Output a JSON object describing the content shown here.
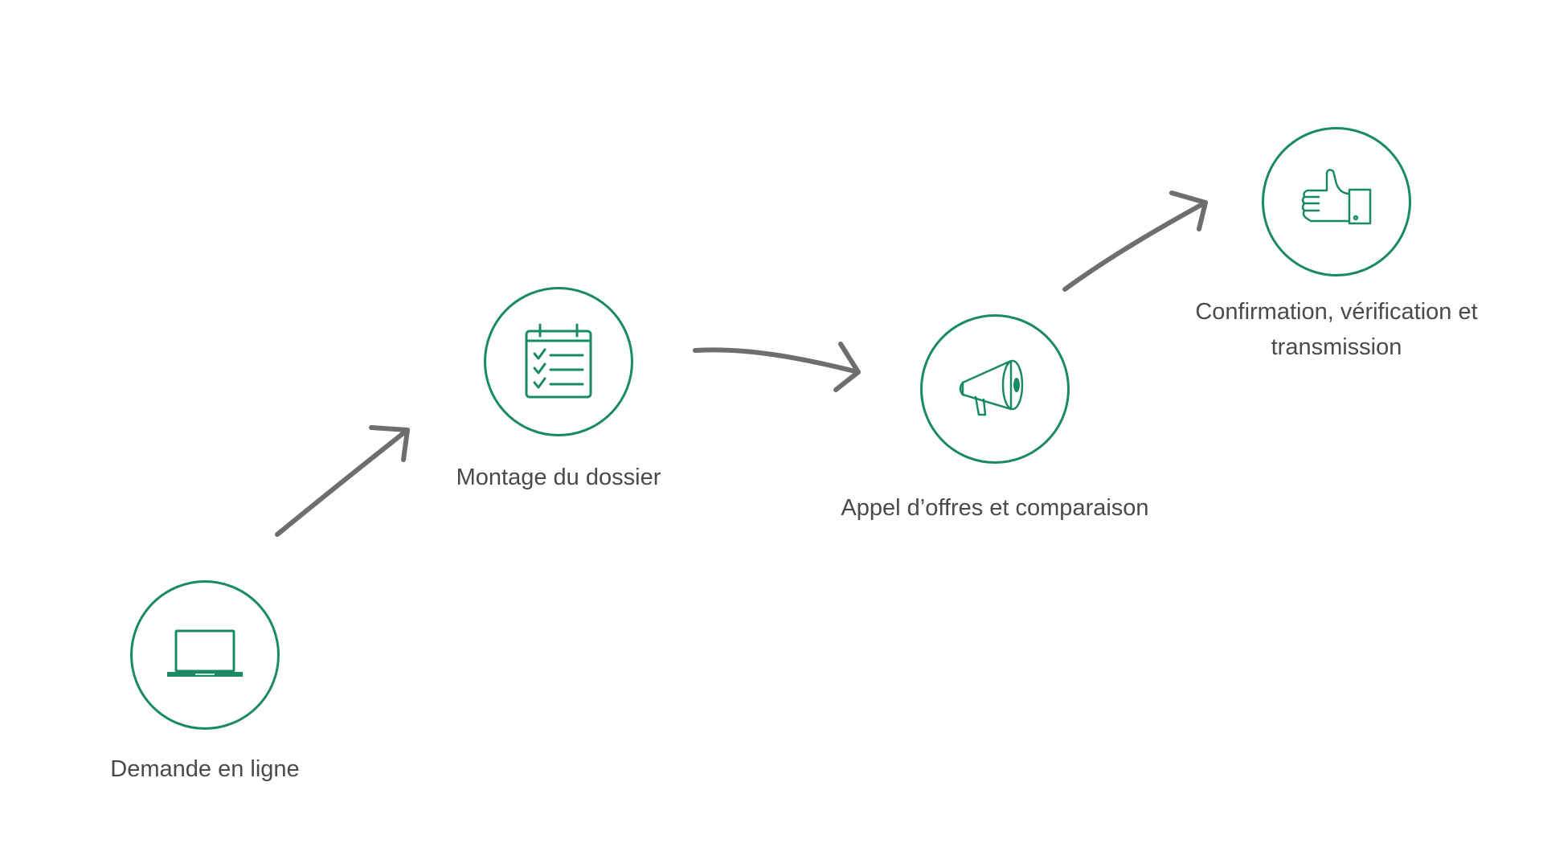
{
  "diagram": {
    "accent_color": "#1a8a66",
    "arrow_color": "#6e6e6e",
    "text_color": "#4a4a4a",
    "steps": [
      {
        "label": "Demande en ligne",
        "icon": "laptop-icon"
      },
      {
        "label": "Montage du dossier",
        "icon": "checklist-calendar-icon"
      },
      {
        "label": "Appel d’offres et comparaison",
        "icon": "megaphone-icon"
      },
      {
        "label_line1": "Confirmation, vérification et",
        "label_line2": "transmission",
        "icon": "thumbs-up-icon"
      }
    ]
  }
}
